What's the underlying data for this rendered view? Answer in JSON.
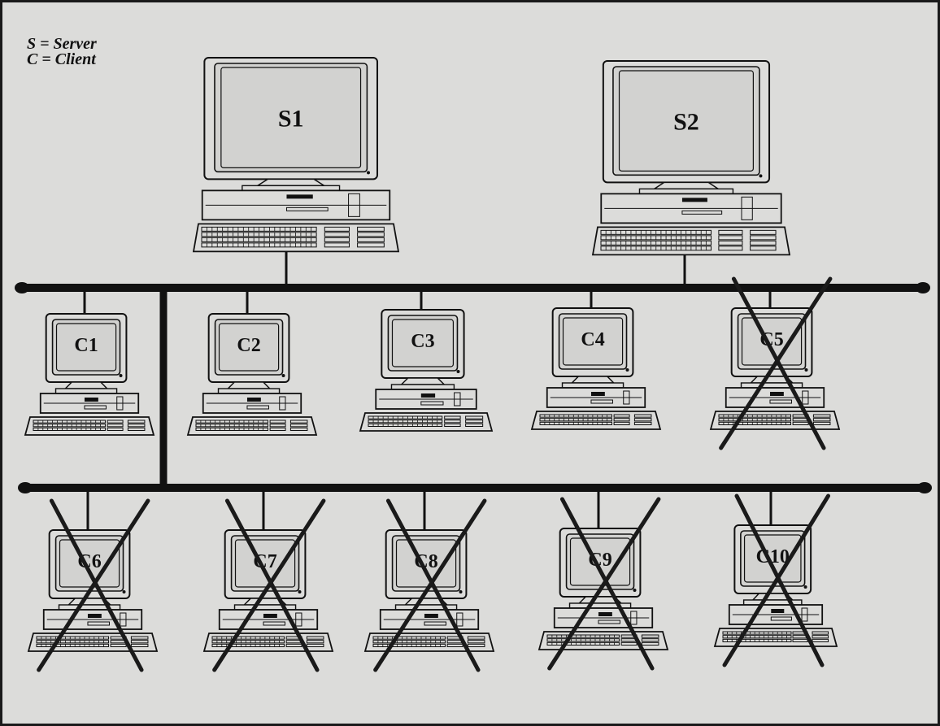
{
  "legend": {
    "server_line": "S = Server",
    "client_line": "C = Client"
  },
  "servers": [
    {
      "label": "S1",
      "failed": false
    },
    {
      "label": "S2",
      "failed": false
    }
  ],
  "clients_row1": [
    {
      "label": "C1",
      "failed": false
    },
    {
      "label": "C2",
      "failed": false
    },
    {
      "label": "C3",
      "failed": false
    },
    {
      "label": "C4",
      "failed": false
    },
    {
      "label": "C5",
      "failed": true
    }
  ],
  "clients_row2": [
    {
      "label": "C6",
      "failed": true
    },
    {
      "label": "C7",
      "failed": true
    },
    {
      "label": "C8",
      "failed": true
    },
    {
      "label": "C9",
      "failed": true
    },
    {
      "label": "C10",
      "failed": true
    }
  ],
  "colors": {
    "background": "#dcdcda",
    "screen": "#d2d2d0",
    "line": "#111111",
    "failure_cross": "#1a1a1a"
  }
}
